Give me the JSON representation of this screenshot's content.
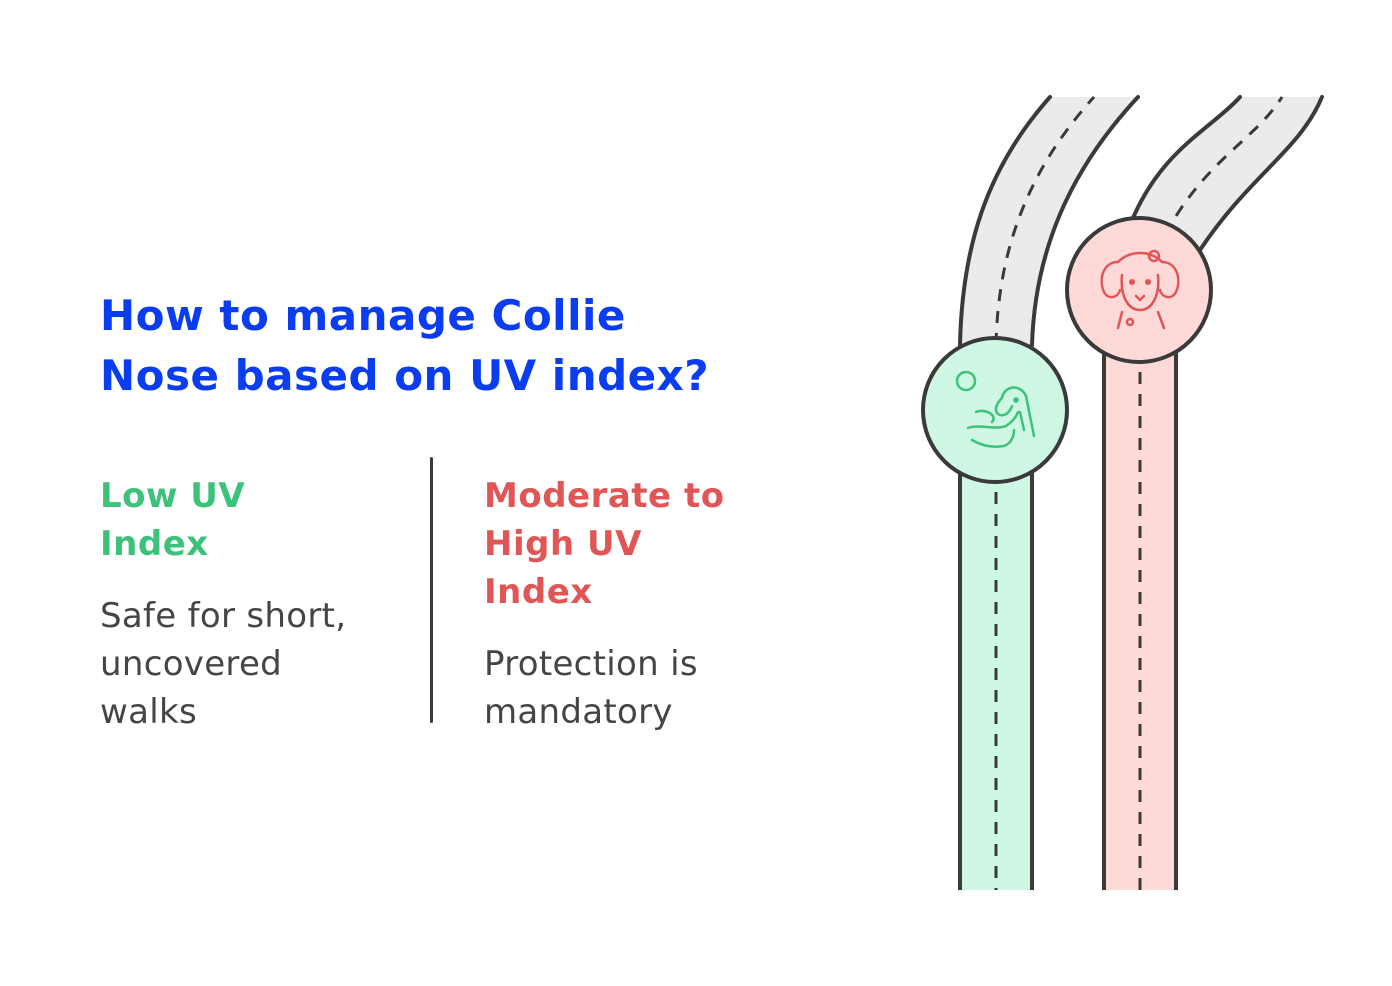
{
  "title": {
    "line1": "How to manage Collie",
    "line2": "Nose based on UV index?"
  },
  "low": {
    "heading_lines": [
      "Low UV",
      "Index"
    ],
    "body_lines": [
      "Safe for short,",
      "uncovered",
      "walks"
    ],
    "color": "#3cc27a",
    "road_color": "#cff8e4",
    "icon": "dog-walk-icon"
  },
  "high": {
    "heading_lines": [
      "Moderate to",
      "High UV",
      "Index"
    ],
    "body_lines": [
      "Protection is",
      "mandatory"
    ],
    "color": "#e05656",
    "road_color": "#ffd9d7",
    "icon": "dog-face-icon"
  },
  "colors": {
    "title": "#0a3df0",
    "text": "#454545",
    "road_upper": "#ebebeb",
    "outline": "#3a3a3a"
  }
}
